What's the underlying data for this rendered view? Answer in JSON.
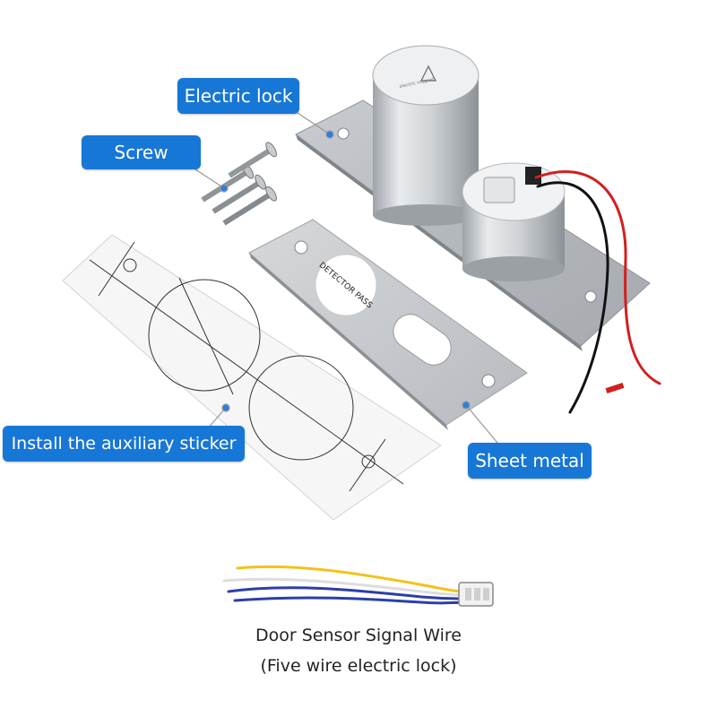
{
  "labels": {
    "electric_lock": "Electric lock",
    "screw": "Screw",
    "sticker": "Install the auxiliary sticker",
    "sheet_metal": "Sheet metal"
  },
  "caption": {
    "line1": "Door Sensor Signal Wire",
    "line2": "(Five wire electric lock)"
  },
  "product_marks": {
    "sensor_disc": "DETECTOR PASS",
    "cylinder_text": "electric magnet"
  },
  "colors": {
    "callout_blue": "#1777d6",
    "wire_red": "#d21f1f",
    "wire_black": "#111111",
    "wire_yellow": "#f2c21b",
    "wire_blue": "#2b3fa8"
  }
}
